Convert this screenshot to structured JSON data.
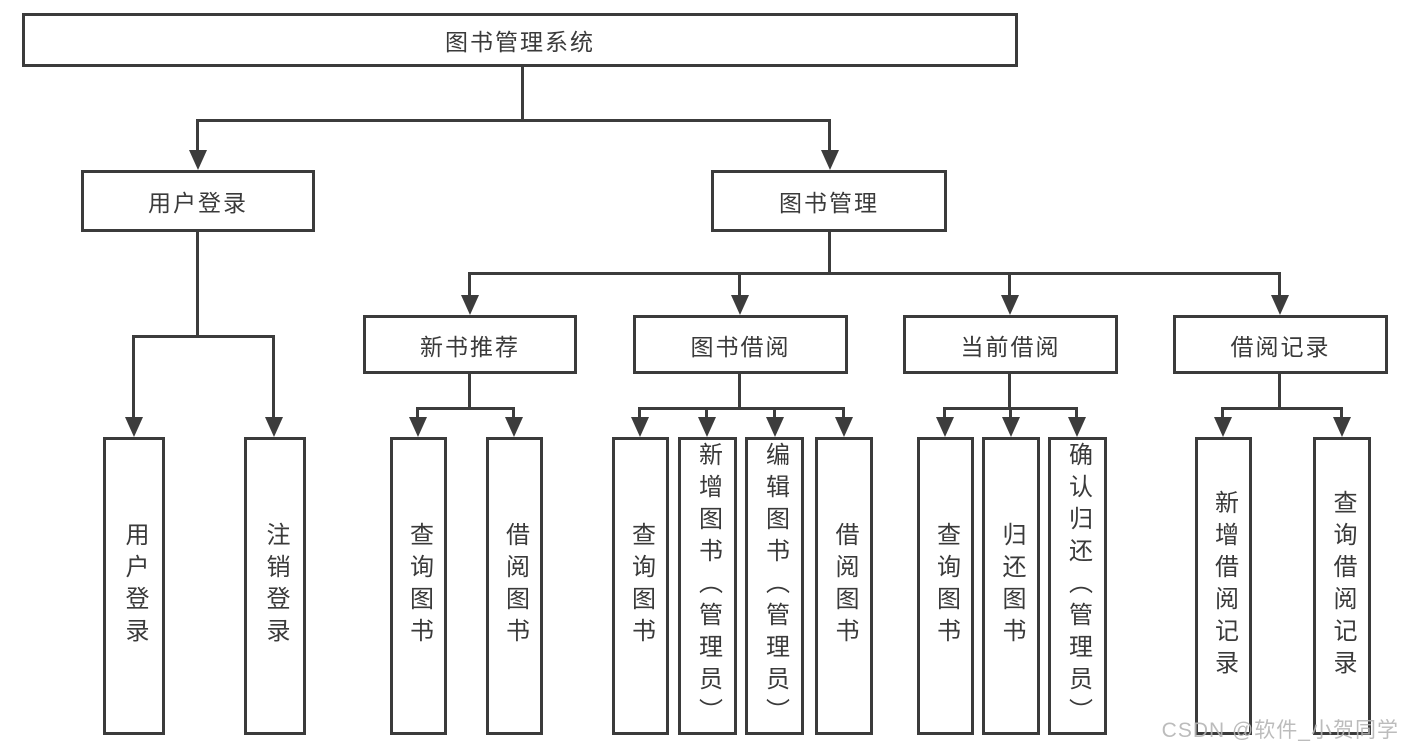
{
  "diagram": {
    "root": {
      "label": "图书管理系统"
    },
    "branches": [
      {
        "label": "用户登录",
        "children": [
          {
            "label": "用户登录"
          },
          {
            "label": "注销登录"
          }
        ]
      },
      {
        "label": "图书管理",
        "children": [
          {
            "label": "新书推荐",
            "children": [
              {
                "label": "查询图书"
              },
              {
                "label": "借阅图书"
              }
            ]
          },
          {
            "label": "图书借阅",
            "children": [
              {
                "label": "查询图书"
              },
              {
                "label": "新增图书（管理员）"
              },
              {
                "label": "编辑图书（管理员）"
              },
              {
                "label": "借阅图书"
              }
            ]
          },
          {
            "label": "当前借阅",
            "children": [
              {
                "label": "查询图书"
              },
              {
                "label": "归还图书"
              },
              {
                "label": "确认归还（管理员）"
              }
            ]
          },
          {
            "label": "借阅记录",
            "children": [
              {
                "label": "新增借阅记录"
              },
              {
                "label": "查询借阅记录"
              }
            ]
          }
        ]
      }
    ]
  },
  "watermark": {
    "text": "CSDN @软件_小贺同学"
  },
  "colors": {
    "line": "#3c3c3c",
    "border": "#3b3b3b",
    "text": "#3a3a3a",
    "background": "#ffffff",
    "watermark": "#b5b5b5"
  }
}
